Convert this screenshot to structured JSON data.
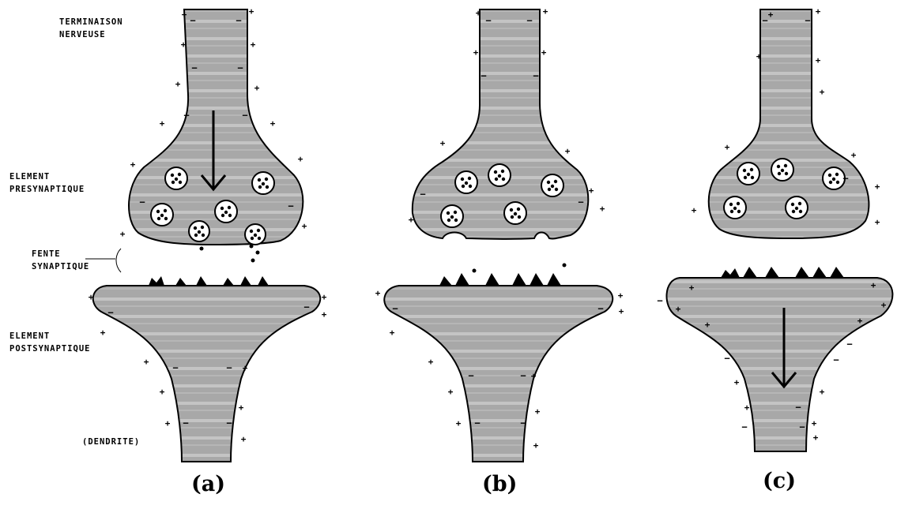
{
  "labels": {
    "terminal_line1": "TERMINAISON",
    "terminal_line2": "NERVEUSE",
    "pre_line1": "ELEMENT",
    "pre_line2": "PRESYNAPTIQUE",
    "cleft_line1": "FENTE",
    "cleft_line2": "SYNAPTIQUE",
    "post_line1": "ELEMENT",
    "post_line2": "POSTSYNAPTIQUE",
    "dendrite": "(DENDRITE)"
  },
  "captions": [
    "(a)",
    "(b)",
    "(c)"
  ],
  "colors": {
    "tissue": "#a8a8a8",
    "stripe": "#c6c6c6",
    "outline": "#000000",
    "vesicle": "#ffffff"
  }
}
